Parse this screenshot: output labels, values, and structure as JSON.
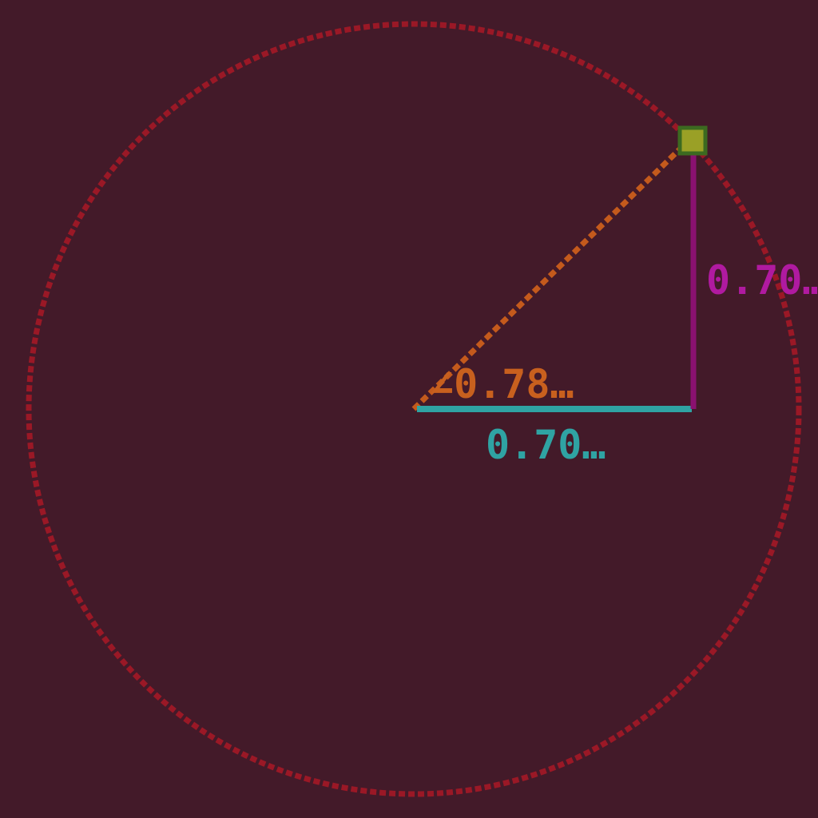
{
  "diagram": {
    "description_free": true,
    "angle_label": "∠0.78…",
    "cos_label": "0.70…",
    "sin_label": "0.70…",
    "angle_radians": 0.785,
    "colors": {
      "background": "#431a29",
      "circle": "#9a1826",
      "radius": "#c45a1c",
      "angle_label": "#c8601e",
      "cosine": "#2fa3a3",
      "sine": "#8a1170",
      "sine_label": "#b01aa0",
      "point": "#9aa026",
      "point_outline": "#3c6a20"
    }
  }
}
